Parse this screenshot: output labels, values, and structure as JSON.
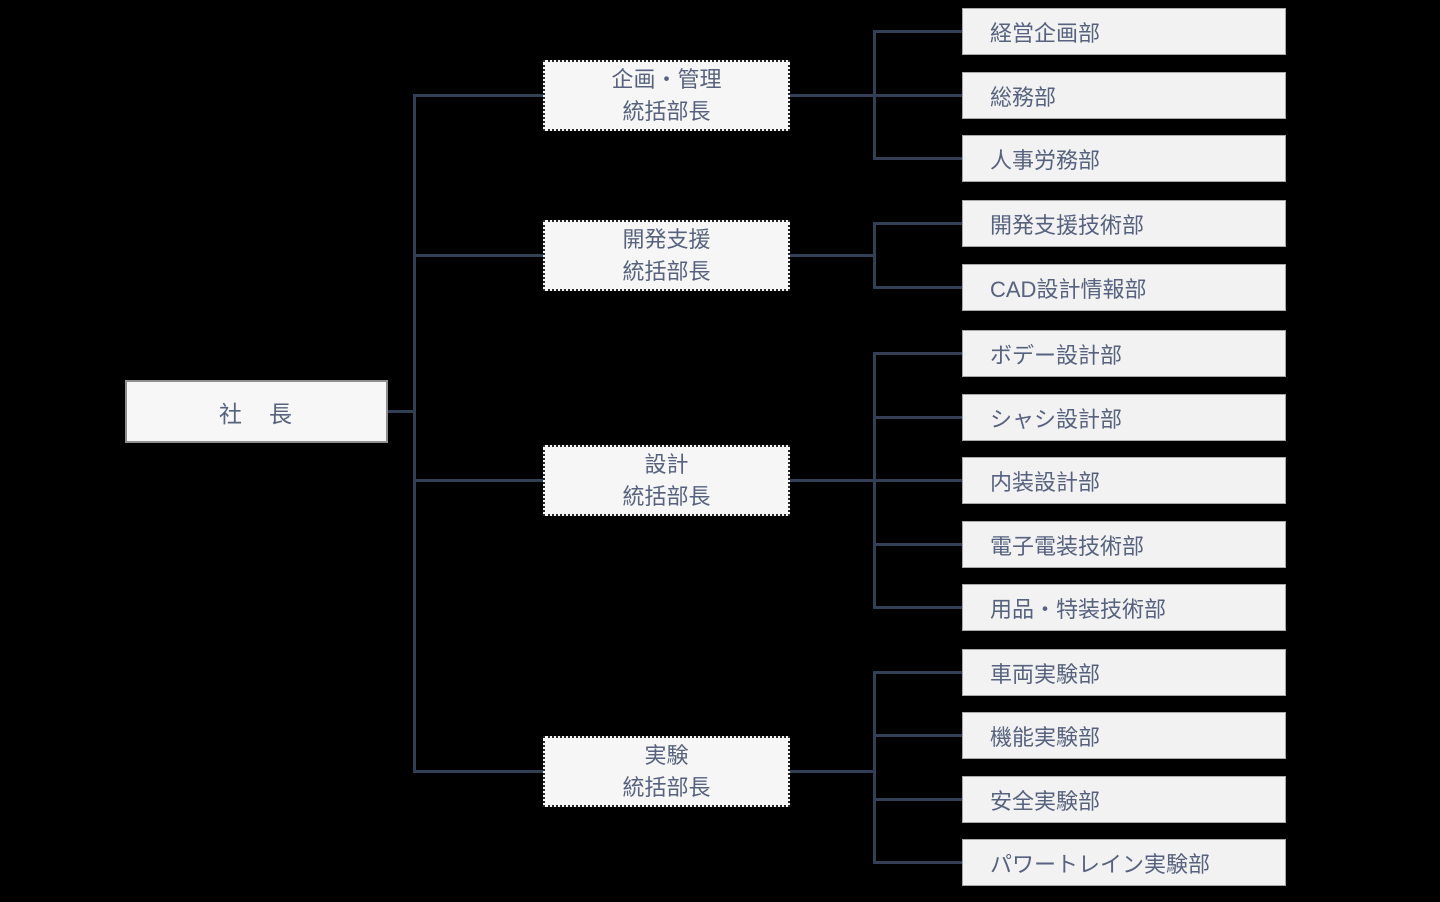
{
  "president": {
    "label": "社　長"
  },
  "groups": [
    {
      "manager": {
        "line1": "企画・管理",
        "line2": "統括部長"
      },
      "departments": [
        "経営企画部",
        "総務部",
        "人事労務部"
      ]
    },
    {
      "manager": {
        "line1": "開発支援",
        "line2": "統括部長"
      },
      "departments": [
        "開発支援技術部",
        "CAD設計情報部"
      ]
    },
    {
      "manager": {
        "line1": "設計",
        "line2": "統括部長"
      },
      "departments": [
        "ボデー設計部",
        "シャシ設計部",
        "内装設計部",
        "電子電装技術部",
        "用品・特装技術部"
      ]
    },
    {
      "manager": {
        "line1": "実験",
        "line2": "統括部長"
      },
      "departments": [
        "車両実験部",
        "機能実験部",
        "安全実験部",
        "パワートレイン実験部"
      ]
    }
  ],
  "colors": {
    "background": "#000000",
    "connector_line": "#333F54",
    "box_text": "#56627E",
    "president_box_bg": "#F7F7F7",
    "manager_box_bg": "#F6F6F6",
    "department_box_bg": "#F2F2F2"
  }
}
